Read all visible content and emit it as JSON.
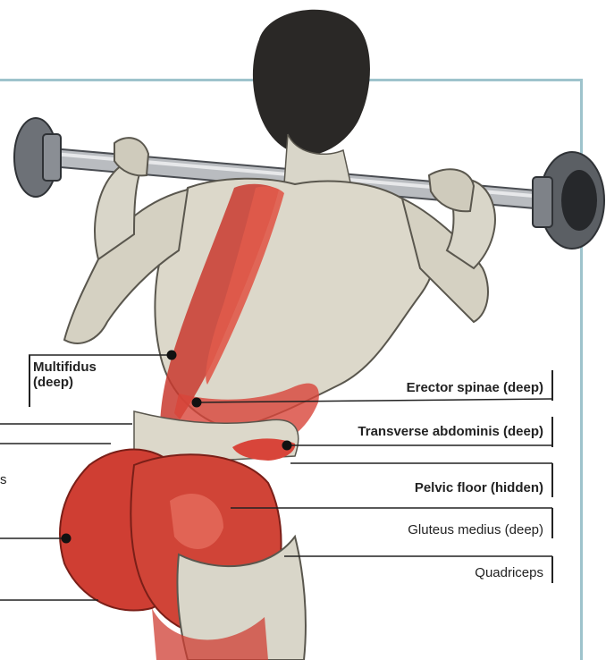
{
  "labels": {
    "multifidus_line1": "Multifidus",
    "multifidus_line2": "(deep)",
    "erector_spinae": "Erector spinae (deep)",
    "transverse_abdominis": "Transverse abdominis (deep)",
    "pelvic_floor": "Pelvic floor (hidden)",
    "gluteus_medius": "Gluteus medius (deep)",
    "quadriceps": "Quadriceps",
    "truncated_left": "s"
  },
  "colors": {
    "frame": "#9ec3cc",
    "muscle_red": "#d8453a",
    "skin": "#d9d6c9",
    "hair": "#2a2826",
    "bar": "#8e9399"
  }
}
